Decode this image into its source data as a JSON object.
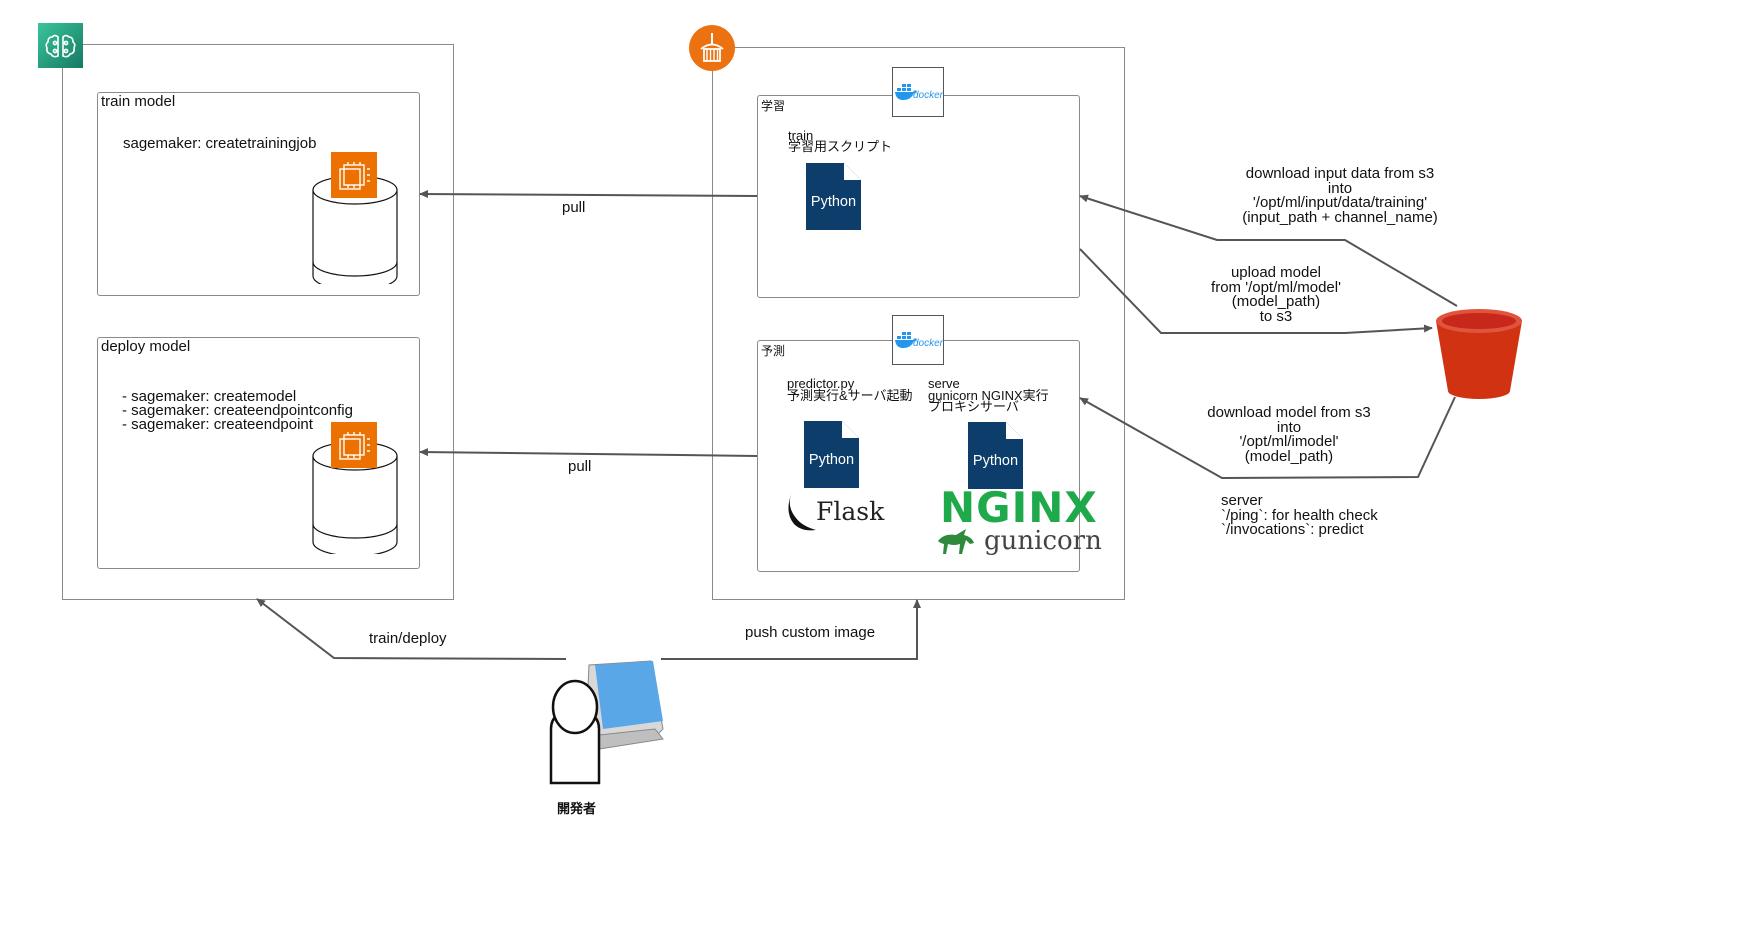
{
  "sagemaker": {
    "icon": "sagemaker-icon",
    "train_box": {
      "title": "train model",
      "text": "sagemaker: createtrainingjob"
    },
    "deploy_box": {
      "title": "deploy model",
      "lines": [
        "- sagemaker: createmodel",
        "- sagemaker: createendpointconfig",
        "- sagemaker: createendpoint"
      ]
    }
  },
  "ecr": {
    "icon": "ecr-icon",
    "train_container": {
      "title": "学習",
      "docker_label": "docker",
      "script_name": "train",
      "script_desc": "学習用スクリプト",
      "file_label": "Python"
    },
    "predict_container": {
      "title": "予測",
      "docker_label": "docker",
      "predictor_name": "predictor.py",
      "predictor_desc": "予測実行&サーバ起動",
      "serve_name": "serve",
      "serve_desc1": "gunicorn NGINX実行",
      "serve_desc2": "プロキシサーバ",
      "file_label": "Python",
      "flask": "Flask",
      "nginx": "NGINX",
      "gunicorn": "gunicorn"
    }
  },
  "arrows": {
    "pull_train": "pull",
    "pull_deploy": "pull",
    "train_deploy": "train/deploy",
    "push": "push custom image",
    "download_input": [
      "download input data from s3",
      "into",
      "'/opt/ml/input/data/training'",
      "(input_path + channel_name)"
    ],
    "upload_model": [
      "upload model",
      "from '/opt/ml/model'",
      "(model_path)",
      "to s3"
    ],
    "download_model": [
      "download model from s3",
      "into",
      "'/opt/ml/imodel'",
      "(model_path)"
    ],
    "server_notes": [
      "server",
      "`/ping`: for health check",
      "`/invocations`: predict"
    ]
  },
  "developer": {
    "label": "開発者"
  },
  "colors": {
    "sagemaker": "#1a8a6f",
    "ecr": "#ec7211",
    "ec2": "#ed7100",
    "s3": "#d13212",
    "python": "#0d3d6b",
    "nginx": "#1ea94a"
  }
}
